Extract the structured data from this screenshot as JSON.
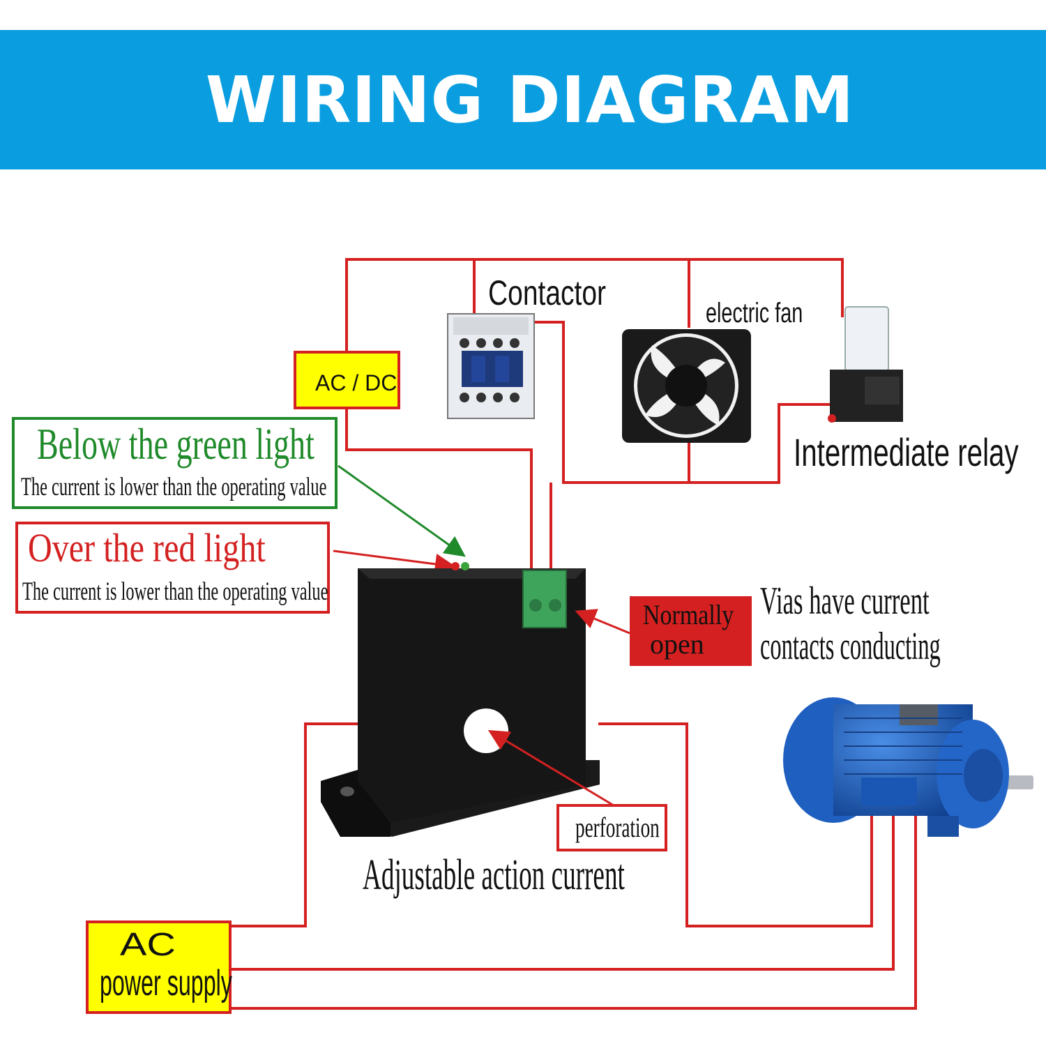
{
  "header": {
    "title": "WIRING DIAGRAM"
  },
  "components": {
    "contactor": "Contactor",
    "fan": "electric fan",
    "relay": "Intermediate relay",
    "ac_dc": "AC / DC",
    "perforation": "perforation",
    "adjustable": "Adjustable action current",
    "ac_supply_line1": "AC",
    "ac_supply_line2": "power supply"
  },
  "indicators": {
    "green_title": "Below the green light",
    "green_desc": "The current is lower than the operating value",
    "red_title": "Over the red light",
    "red_desc": "The current is lower than the operating value"
  },
  "contacts": {
    "normally_line1": "Normally",
    "normally_line2": "open",
    "vias_line1": "Vias have current",
    "vias_line2": "contacts conducting"
  },
  "colors": {
    "header_bg": "#0a9ee0",
    "wire": "#d42020",
    "label_yellow": "#ffff00",
    "green": "#1f8a2a",
    "red": "#d42020",
    "motor_blue": "#1e63c4"
  }
}
